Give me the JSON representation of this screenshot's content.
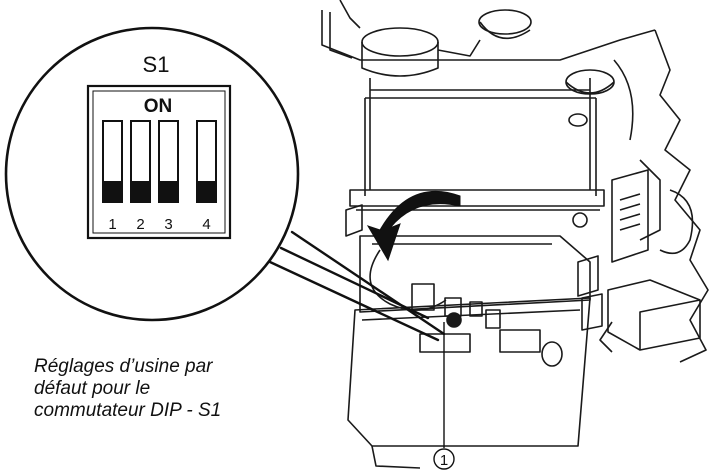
{
  "switch": {
    "label": "S1",
    "on_label": "ON",
    "positions": [
      {
        "number": "1",
        "state": "off"
      },
      {
        "number": "2",
        "state": "off"
      },
      {
        "number": "3",
        "state": "off"
      },
      {
        "number": "4",
        "state": "off"
      }
    ]
  },
  "caption": {
    "line1": "Réglages d’usine par",
    "line2": "défaut pour le",
    "line3": "commutateur DIP - S1"
  },
  "callout": {
    "number": "1"
  }
}
